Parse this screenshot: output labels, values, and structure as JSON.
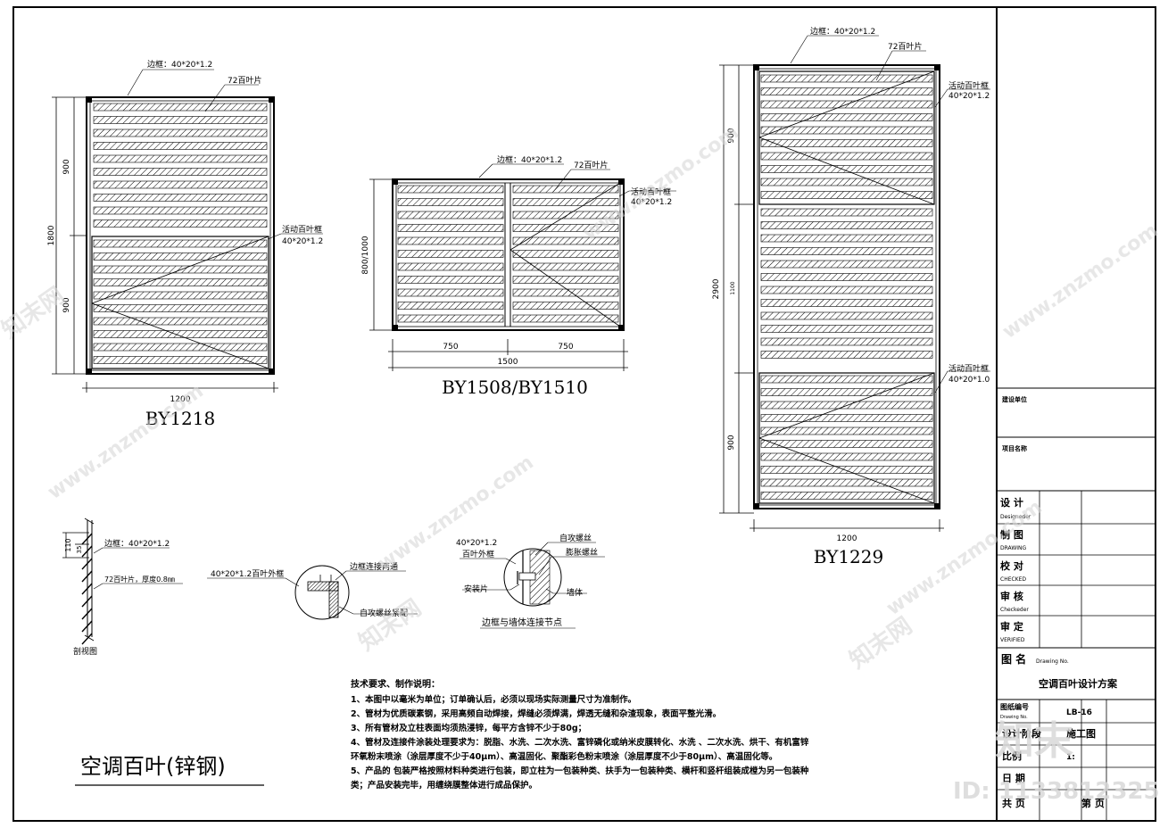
{
  "drawings": {
    "by1218": {
      "label": "BY1218",
      "frame_note": "边框：40*20*1.2",
      "slat_note": "72百叶片",
      "movable_note_1": "活动百叶框",
      "movable_note_2": "40*20*1.2",
      "dim_width": "1200",
      "dim_height_total": "1800",
      "dim_upper": "900",
      "dim_lower": "900"
    },
    "by1508": {
      "label": "BY1508/BY1510",
      "frame_note": "边框：40*20*1.2",
      "slat_note": "72百叶片",
      "movable_note_1": "活动百叶框",
      "movable_note_2": "40*20*1.2",
      "dim_height": "800/1000",
      "dim_left": "750",
      "dim_right": "750",
      "dim_total": "1500"
    },
    "by1229": {
      "label": "BY1229",
      "frame_note": "边框：40*20*1.2",
      "slat_note": "72百叶片",
      "movable_top_1": "活动百叶框",
      "movable_top_2": "40*20*1.2",
      "movable_bottom_1": "活动百叶框",
      "movable_bottom_2": "40*20*1.0",
      "dim_width": "1200",
      "dim_total": "2900",
      "dim_upper": "900",
      "dim_middle": "1100",
      "dim_lower": "900"
    }
  },
  "details": {
    "section": {
      "title": "剖视图",
      "frame_note": "边框：40*20*1.2",
      "slat_note": "72百叶片，厚度0.8㎜",
      "dim_a": "110",
      "dim_b": "35"
    },
    "corner": {
      "outer_frame": "40*20*1.2百叶外框",
      "weld_note": "边框连接两通",
      "screw_note": "自攻螺丝紧配"
    },
    "wall": {
      "frame_note_1": "40*20*1.2",
      "frame_note_2": "百叶外框",
      "screw": "自攻螺丝",
      "anchor": "膨胀螺丝",
      "plate": "安装片",
      "wall": "墙体",
      "title": "边框与墙体连接节点"
    }
  },
  "notes": {
    "heading": "技术要求、制作说明：",
    "lines": [
      "1、本图中以毫米为单位；订单确认后，必须以现场实际测量尺寸为准制作。",
      "2、管材为优质碳素钢，采用高频自动焊接，焊缝必须焊满，焊透无缝和杂渣现象，表面平整光滑。",
      "3、所有管材及立柱表面均须热浸锌，每平方含锌不少于80g；",
      "4、管材及连接件涂装处理要求为：脱脂、水洗、二次水洗、富锌磷化或纳米皮膜转化、水洗 、二次水洗、烘干、有机富锌",
      "环氧粉末喷涂（涂层厚度不少于40μm）、高温固化、聚酯彩色粉末喷涂（涂层厚度不少于80μm）、高温固化等。",
      "5、产品的 包装严格按照材料种类进行包装，即立柱为一包装种类、扶手为一包装种类、横杆和竖杆组装成樘为另一包装种",
      "类；产品安装完毕，用缠绕膜整体进行成品保护。"
    ]
  },
  "sheet_title": "空调百叶(锌钢)",
  "title_block": {
    "client": "建设单位",
    "project": "项目名称",
    "design_cn": "设 计",
    "design_en": "Designeder",
    "draw_cn": "制 图",
    "draw_en": "DRAWING",
    "check_cn": "校 对",
    "check_en": "CHECKED",
    "review_cn": "审 核",
    "review_en": "Checkeder",
    "verify_cn": "审 定",
    "verify_en": "VERIFIED",
    "drawing_name_cn": "图 名",
    "drawing_name_en": "Drawing No.",
    "drawing_name": "空调百叶设计方案",
    "drawing_no_cn": "图纸编号",
    "drawing_no_en": "Drawing No.",
    "drawing_no": "LB-16",
    "scale_cn": "比例",
    "scale": "1:",
    "date_cn": "日 期",
    "sheets_cn": "共 页",
    "sheet_cn": "第 页",
    "design_stage_cn": "设计阶段",
    "design_stage": "施工图"
  },
  "watermark": {
    "site": "www.znzmo.com",
    "brand": "知末网",
    "logo": "知末",
    "id_text": "ID: 1133812325"
  }
}
